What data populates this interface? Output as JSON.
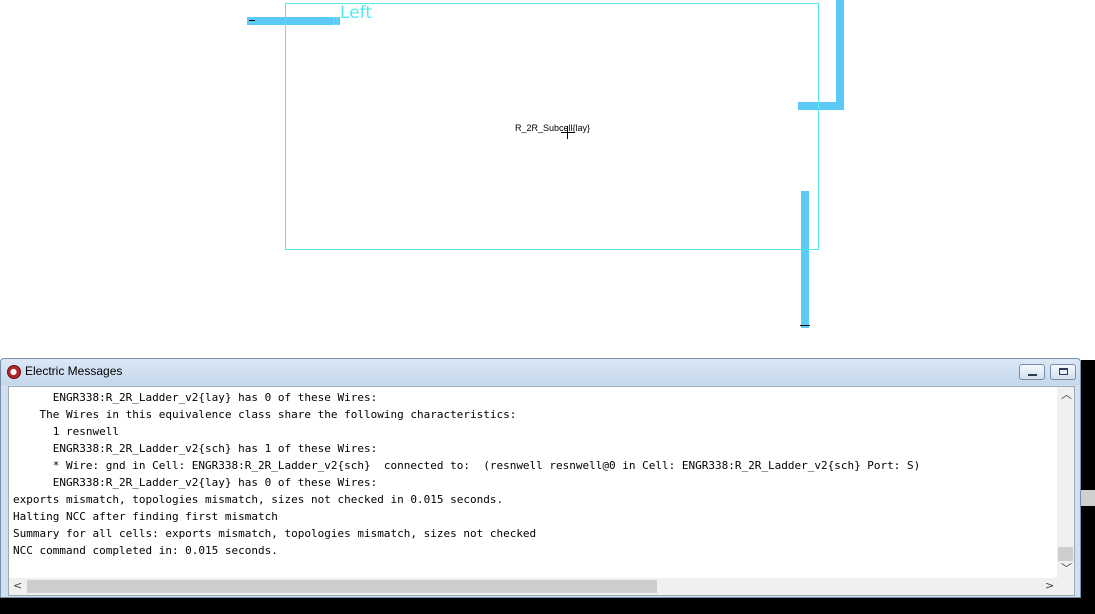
{
  "canvas": {
    "cell_label": "R_2R_Subcell{lay}",
    "export_label": "Left"
  },
  "window": {
    "title": "Electric Messages",
    "icon": "electric-app-icon"
  },
  "log_lines": [
    "      ENGR338:R_2R_Ladder_v2{lay} has 0 of these Wires:",
    "    The Wires in this equivalence class share the following characteristics:",
    "      1 resnwell",
    "      ENGR338:R_2R_Ladder_v2{sch} has 1 of these Wires:",
    "      * Wire: gnd in Cell: ENGR338:R_2R_Ladder_v2{sch}  connected to:  (resnwell resnwell@0 in Cell: ENGR338:R_2R_Ladder_v2{sch} Port: S)",
    "      ENGR338:R_2R_Ladder_v2{lay} has 0 of these Wires:",
    "exports mismatch, topologies mismatch, sizes not checked in 0.015 seconds.",
    "Halting NCC after finding first mismatch",
    "Summary for all cells: exports mismatch, topologies mismatch, sizes not checked",
    "NCC command completed in: 0.015 seconds."
  ],
  "colors": {
    "wire": "#5ccaf7",
    "cell_outline": "#55e8ee",
    "title_bar": "#cfe0f1"
  }
}
